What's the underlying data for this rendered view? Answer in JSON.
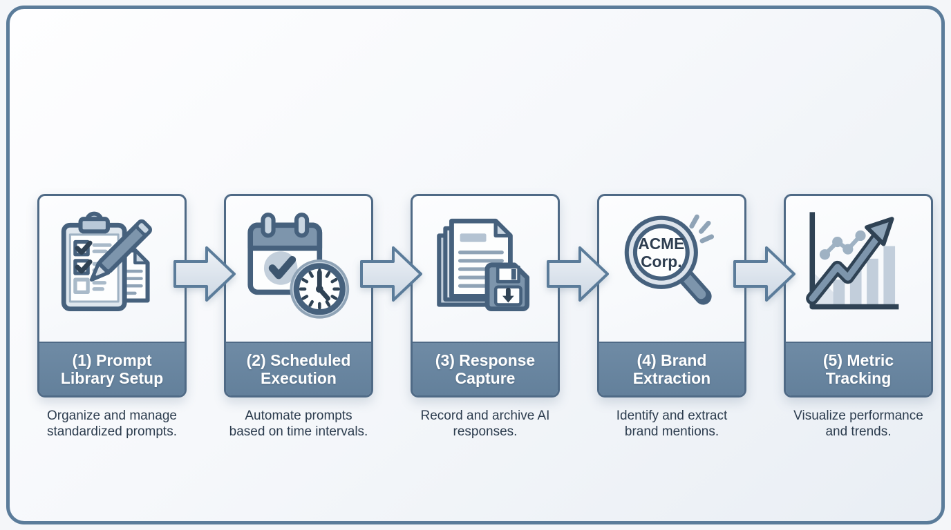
{
  "diagram": {
    "type": "process-flow",
    "colors": {
      "canvas_border": "#5b7c9a",
      "card_border": "#4f6a86",
      "band_bg": "#68859f",
      "band_text": "#ffffff",
      "description_text": "#2c3c4e",
      "arrow_fill": "#dde5ee",
      "arrow_stroke": "#5b7c9a",
      "icon_dark": "#46617d",
      "icon_mid": "#7d95ac",
      "icon_light": "#c9d6e2"
    },
    "steps": [
      {
        "title": "(1) Prompt\nLibrary Setup",
        "description": "Organize and manage\nstandardized prompts.",
        "icon": "clipboard-checklist-pen-icon"
      },
      {
        "title": "(2) Scheduled\nExecution",
        "description": "Automate prompts\nbased on time intervals.",
        "icon": "calendar-clock-icon"
      },
      {
        "title": "(3) Response\nCapture",
        "description": "Record and archive AI\nresponses.",
        "icon": "documents-save-disk-icon"
      },
      {
        "title": "(4) Brand\nExtraction",
        "description": "Identify and extract\nbrand mentions.",
        "icon": "magnifier-brand-icon",
        "icon_text_line1": "ACME",
        "icon_text_line2": "Corp."
      },
      {
        "title": "(5) Metric\nTracking",
        "description": "Visualize performance\nand trends.",
        "icon": "trend-chart-arrow-icon"
      }
    ]
  }
}
